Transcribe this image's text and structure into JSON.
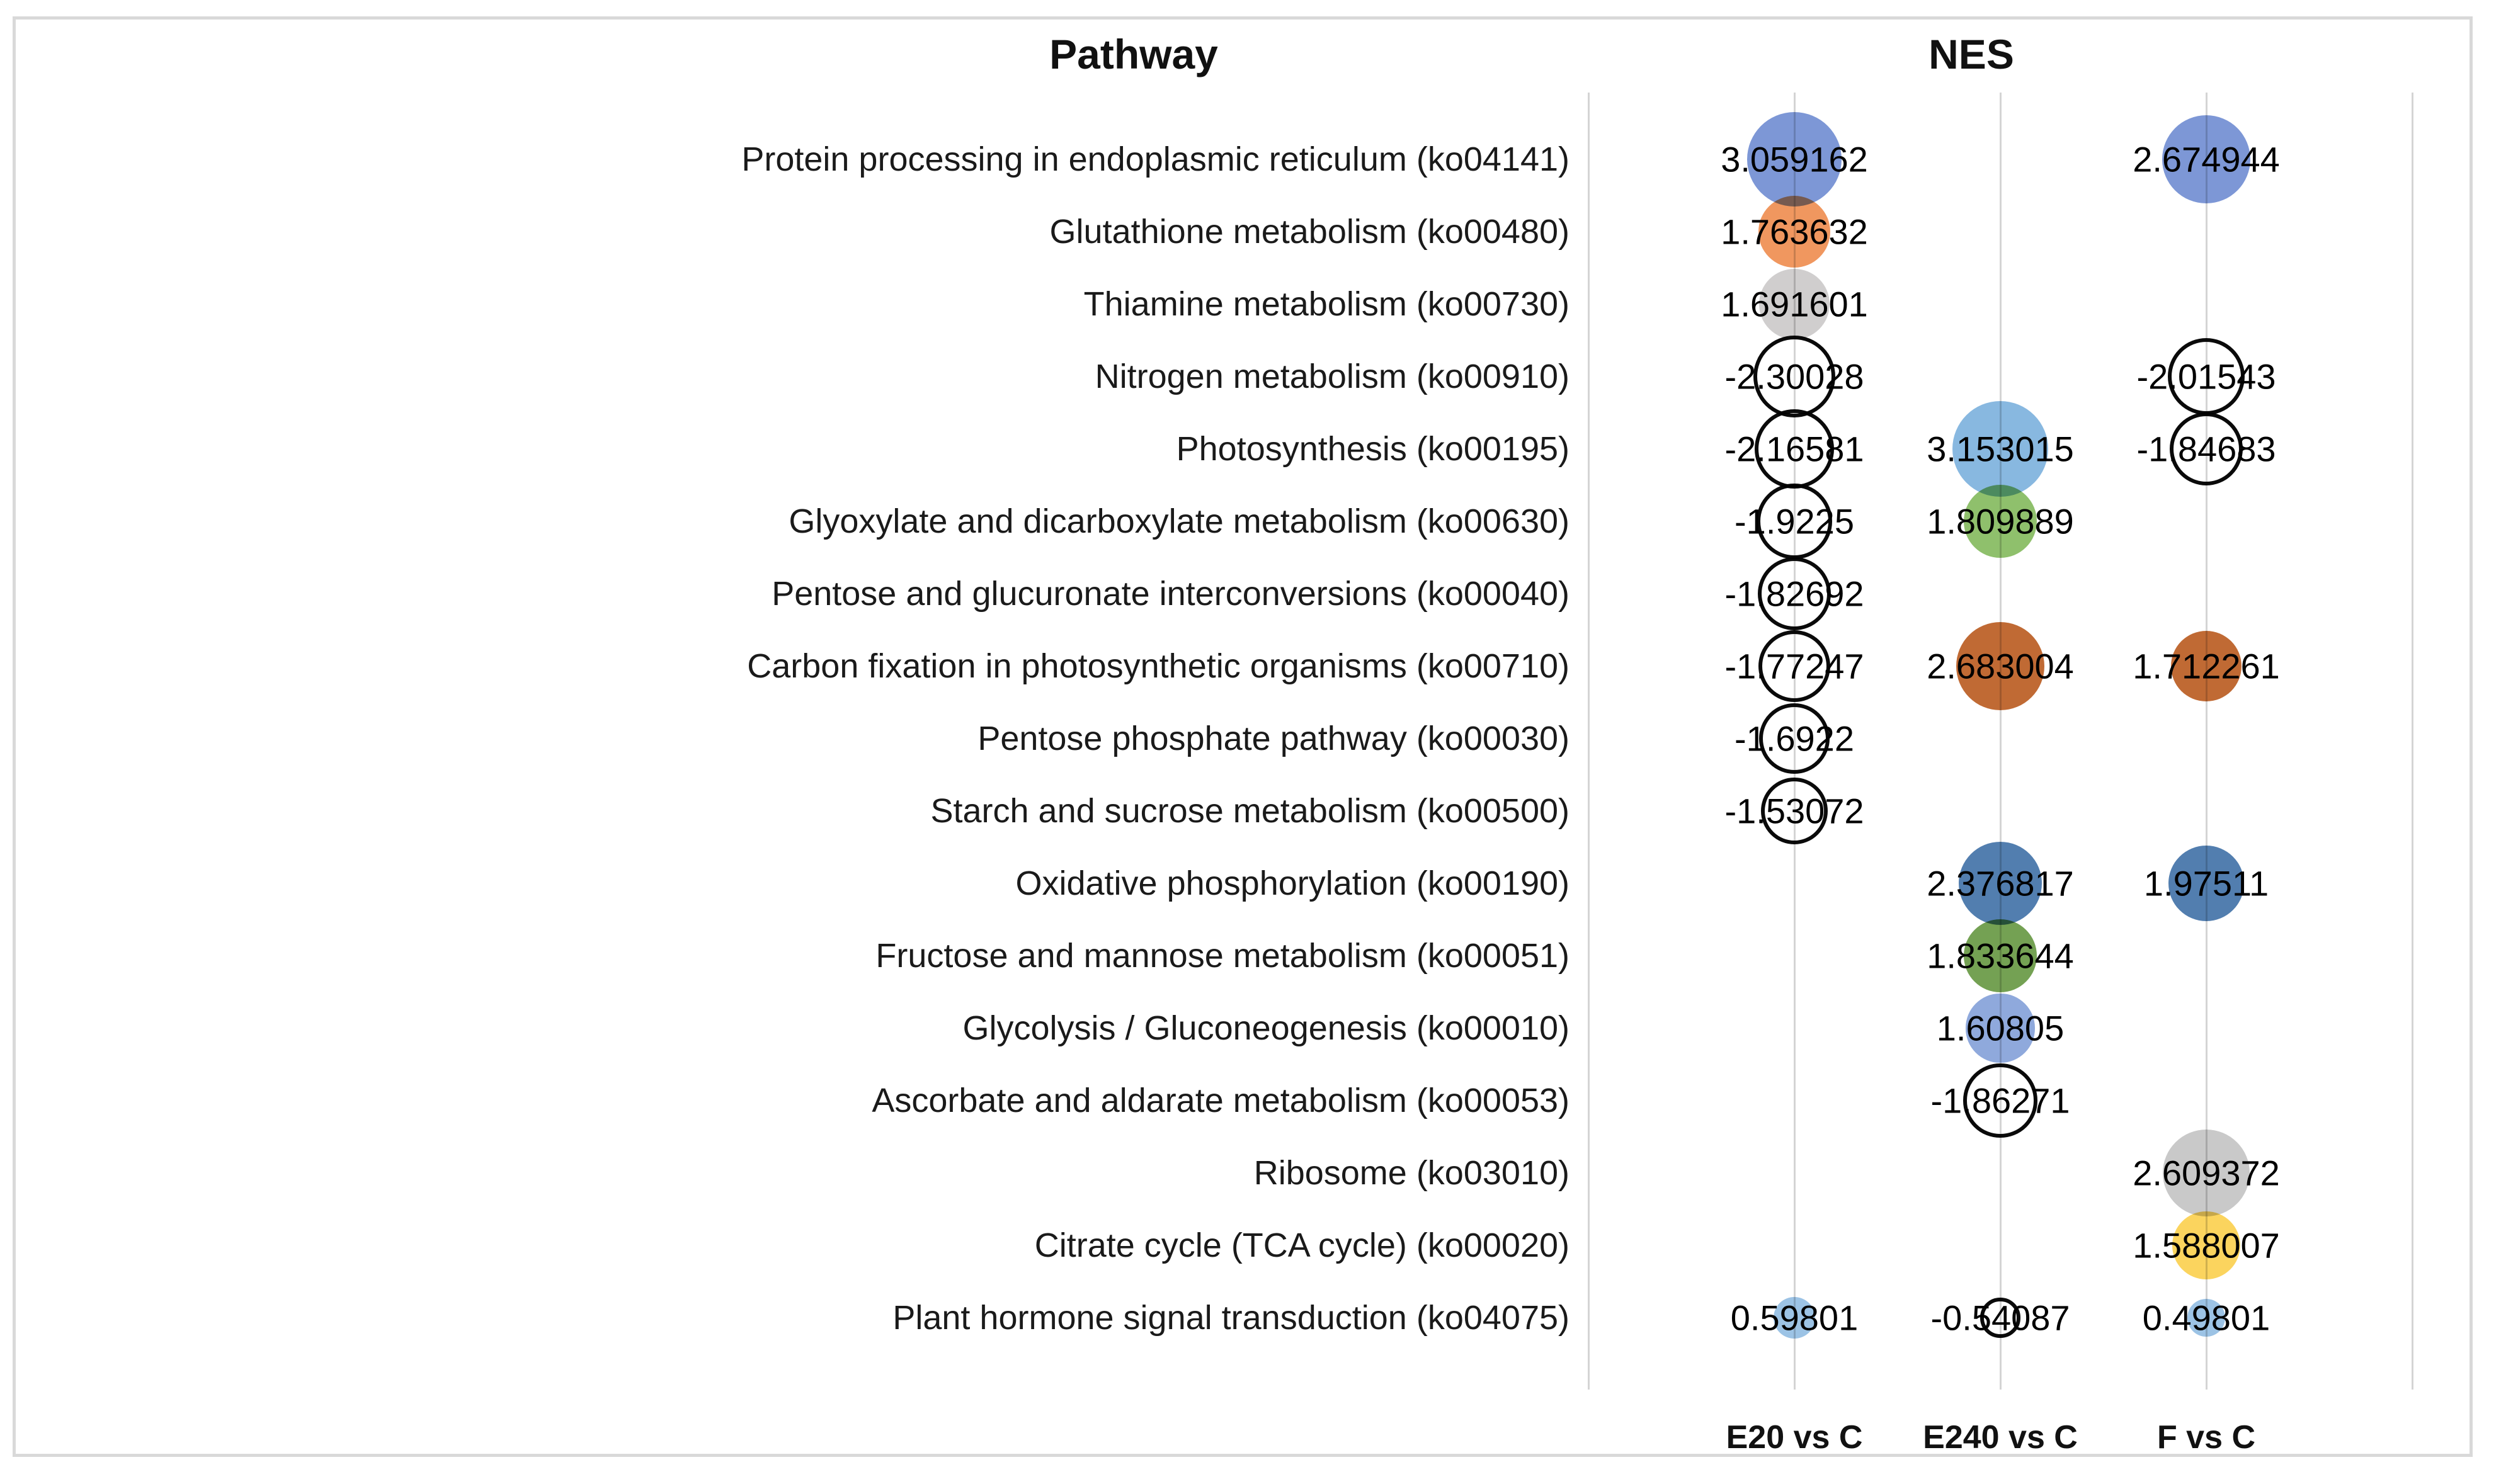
{
  "chart_data": {
    "type": "scatter",
    "style": "bubble",
    "column_header": "Pathway",
    "value_header": "NES",
    "x_categories": [
      "E20 vs C",
      "E240 vs C",
      "F vs C"
    ],
    "bubble_size_rule": "radius proportional to sqrt(|NES|)",
    "positive_style": "filled circle, row color",
    "negative_style": "open circle, black outline, transparent fill",
    "legend": "none",
    "grid": "vertical gridlines only",
    "gridline_color": "#D4D4D4",
    "frame_border_color": "#D9D9D9",
    "rows": [
      {
        "pathway": "Protein processing in endoplasmic reticulum (ko04141)",
        "color": "#7D97D6",
        "nes": [
          "3.059162",
          null,
          "2.674944"
        ]
      },
      {
        "pathway": "Glutathione metabolism (ko00480)",
        "color": "#F0975F",
        "nes": [
          "1.763632",
          null,
          null
        ]
      },
      {
        "pathway": "Thiamine metabolism (ko00730)",
        "color": "#D0CECE",
        "nes": [
          "1.691601",
          null,
          null
        ]
      },
      {
        "pathway": "Nitrogen metabolism (ko00910)",
        "color": "#FFFFFF",
        "nes": [
          "-2.30028",
          null,
          "-2.01543"
        ]
      },
      {
        "pathway": "Photosynthesis (ko00195)",
        "color": "#88B8E0",
        "nes": [
          "-2.16581",
          "3.153015",
          "-1.84683"
        ]
      },
      {
        "pathway": "Glyoxylate and dicarboxylate metabolism (ko00630)",
        "color": "#8FC06C",
        "nes": [
          "-1.9225",
          "1.809889",
          null
        ]
      },
      {
        "pathway": "Pentose and glucuronate interconversions (ko00040)",
        "color": "#FFFFFF",
        "nes": [
          "-1.82692",
          null,
          null
        ]
      },
      {
        "pathway": "Carbon fixation in photosynthetic organisms (ko00710)",
        "color": "#C06A34",
        "nes": [
          "-1.77247",
          "2.683004",
          "1.712261"
        ]
      },
      {
        "pathway": "Pentose phosphate pathway (ko00030)",
        "color": "#FFFFFF",
        "nes": [
          "-1.6922",
          null,
          null
        ]
      },
      {
        "pathway": "Starch and sucrose metabolism (ko00500)",
        "color": "#FFFFFF",
        "nes": [
          "-1.53072",
          null,
          null
        ]
      },
      {
        "pathway": "Oxidative phosphorylation (ko00190)",
        "color": "#527EAF",
        "nes": [
          null,
          "2.376817",
          "1.97511"
        ]
      },
      {
        "pathway": "Fructose and mannose metabolism (ko00051)",
        "color": "#74A153",
        "nes": [
          null,
          "1.833644",
          null
        ]
      },
      {
        "pathway": "Glycolysis / Gluconeogenesis (ko00010)",
        "color": "#8FA9DC",
        "nes": [
          null,
          "1.60805",
          null
        ]
      },
      {
        "pathway": "Ascorbate and aldarate metabolism (ko00053)",
        "color": "#FFFFFF",
        "nes": [
          null,
          "-1.86271",
          null
        ]
      },
      {
        "pathway": "Ribosome (ko03010)",
        "color": "#C9C9C9",
        "nes": [
          null,
          null,
          "2.609372"
        ]
      },
      {
        "pathway": "Citrate cycle (TCA cycle) (ko00020)",
        "color": "#FBD45E",
        "nes": [
          null,
          null,
          "1.588007"
        ]
      },
      {
        "pathway": "Plant hormone signal transduction (ko04075)",
        "color": "#9CC3E5",
        "nes": [
          "0.59801",
          "-0.54087",
          "0.49801"
        ]
      }
    ]
  }
}
